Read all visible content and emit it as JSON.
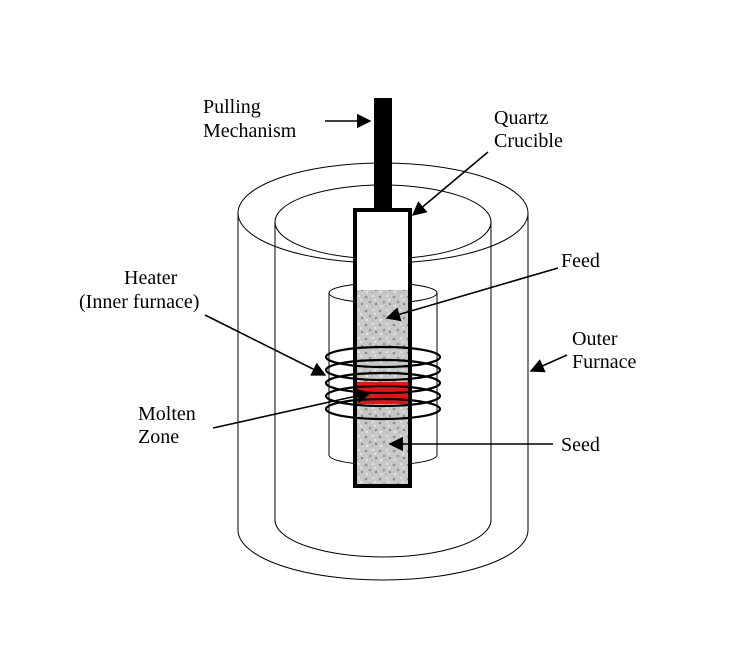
{
  "labels": {
    "pulling": [
      "Pulling",
      "Mechanism"
    ],
    "quartz": [
      "Quartz",
      "Crucible"
    ],
    "feed": "Feed",
    "heater": [
      "Heater",
      "(Inner furnace)"
    ],
    "outer": [
      "Outer",
      "Furnace"
    ],
    "molten": [
      "Molten",
      "Zone"
    ],
    "seed": "Seed"
  },
  "colors": {
    "molten_zone": "#ee1111",
    "rod_texture": "#bdbdbd",
    "line": "#000000"
  }
}
